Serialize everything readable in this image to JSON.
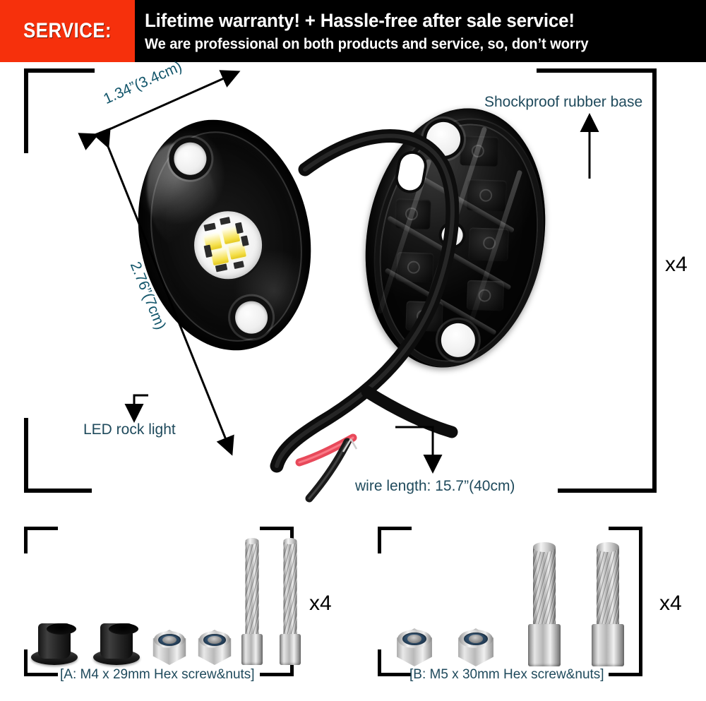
{
  "banner": {
    "service_label": "SERVICE:",
    "line1": "Lifetime warranty! + Hassle-free after sale service!",
    "line2": "We are professional on both products and service, so, don’t worry",
    "accent_color": "#f6300c",
    "background_color": "#000000",
    "text_color": "#ffffff"
  },
  "main_panel": {
    "dimensions": {
      "width_label": "1.34”(3.4cm)",
      "height_label": "2.76”(7cm)"
    },
    "callouts": {
      "rubber_base": "Shockproof rubber base",
      "led_light": "LED rock light",
      "wire_length": "wire length: 15.7”(40cm)"
    },
    "quantity": "x4",
    "label_color": "#1f4a5c"
  },
  "hardware": {
    "group_a": {
      "caption": "[A: M4 x 29mm Hex screw&nuts]",
      "quantity": "x4",
      "items": [
        "rubber-grommet",
        "rubber-grommet",
        "nylon-lock-nut",
        "nylon-lock-nut",
        "socket-cap-screw",
        "socket-cap-screw"
      ]
    },
    "group_b": {
      "caption": "[B: M5 x 30mm Hex screw&nuts]",
      "quantity": "x4",
      "items": [
        "nylon-lock-nut",
        "nylon-lock-nut",
        "socket-cap-screw",
        "socket-cap-screw"
      ]
    }
  },
  "product": {
    "led_pod": {
      "name": "led-rock-light-pod",
      "body_color": "#0a0a0a",
      "led_chip_color": "#f5e04c",
      "mounting_holes": 2
    },
    "rubber_base": {
      "name": "shockproof-rubber-base",
      "body_color": "#131313",
      "mounting_holes": 2
    },
    "wire": {
      "positive_color": "#e8495a",
      "negative_color": "#1a1a1a",
      "jacket_color": "#111111"
    }
  }
}
